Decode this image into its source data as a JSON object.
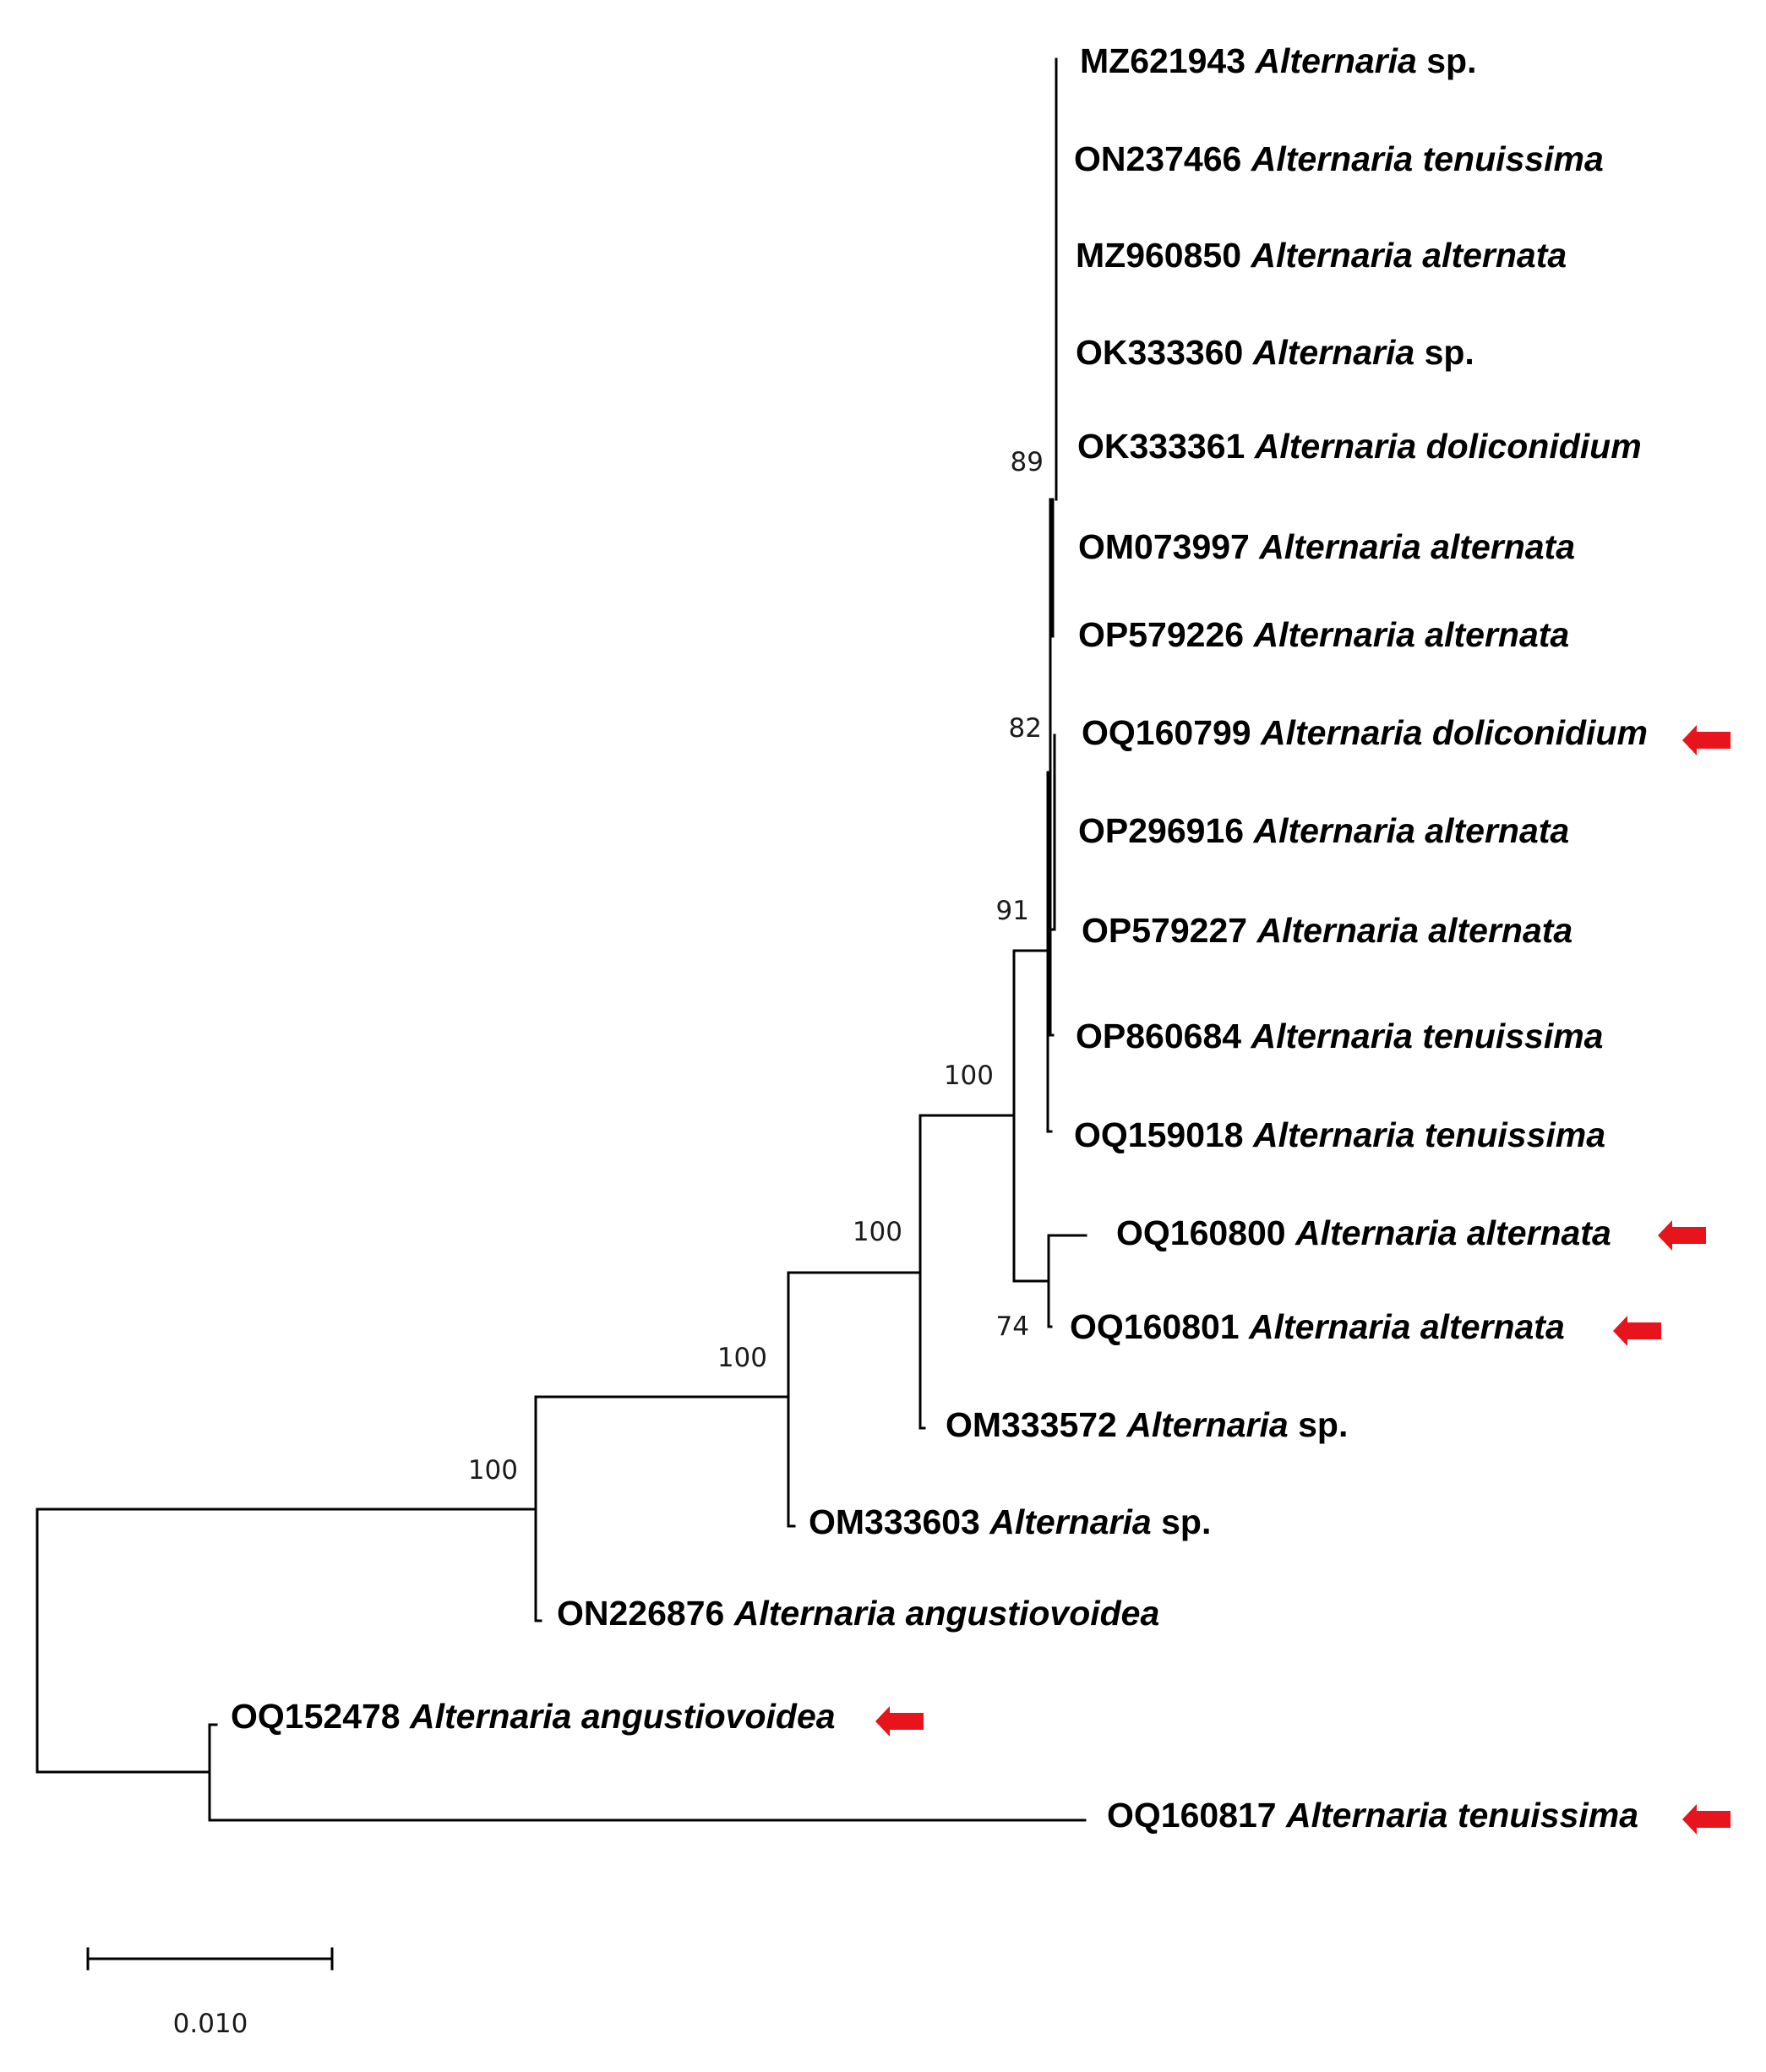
{
  "colors": {
    "branch": "#000000",
    "text": "#000000",
    "marker": "#e8141b"
  },
  "taxa": [
    {
      "accession": "MZ621943",
      "genus": "Alternaria",
      "species": "",
      "suffix": "sp.",
      "marked": false
    },
    {
      "accession": "ON237466",
      "genus": "Alternaria",
      "species": "tenuissima",
      "suffix": "",
      "marked": false
    },
    {
      "accession": "MZ960850",
      "genus": "Alternaria",
      "species": "alternata",
      "suffix": "",
      "marked": false
    },
    {
      "accession": "OK333360",
      "genus": "Alternaria",
      "species": "",
      "suffix": "sp.",
      "marked": false
    },
    {
      "accession": "OK333361",
      "genus": "Alternaria",
      "species": "doliconidium",
      "suffix": "",
      "marked": false
    },
    {
      "accession": "OM073997",
      "genus": "Alternaria",
      "species": "alternata",
      "suffix": "",
      "marked": false
    },
    {
      "accession": "OP579226",
      "genus": "Alternaria",
      "species": "alternata",
      "suffix": "",
      "marked": false
    },
    {
      "accession": "OQ160799",
      "genus": "Alternaria",
      "species": "doliconidium",
      "suffix": "",
      "marked": true
    },
    {
      "accession": "OP296916",
      "genus": "Alternaria",
      "species": "alternata",
      "suffix": "",
      "marked": false
    },
    {
      "accession": "OP579227",
      "genus": "Alternaria",
      "species": "alternata",
      "suffix": "",
      "marked": false
    },
    {
      "accession": "OP860684",
      "genus": "Alternaria",
      "species": "tenuissima",
      "suffix": "",
      "marked": false
    },
    {
      "accession": "OQ159018",
      "genus": "Alternaria",
      "species": "tenuissima",
      "suffix": "",
      "marked": false
    },
    {
      "accession": "OQ160800",
      "genus": "Alternaria",
      "species": "alternata",
      "suffix": "",
      "marked": true
    },
    {
      "accession": "OQ160801",
      "genus": "Alternaria",
      "species": "alternata",
      "suffix": "",
      "marked": true
    },
    {
      "accession": "OM333572",
      "genus": "Alternaria",
      "species": "",
      "suffix": "sp.",
      "marked": false
    },
    {
      "accession": "OM333603",
      "genus": "Alternaria",
      "species": "",
      "suffix": "sp.",
      "marked": false
    },
    {
      "accession": "ON226876",
      "genus": "Alternaria",
      "species": "angustiovoidea",
      "suffix": "",
      "marked": false
    },
    {
      "accession": "OQ152478",
      "genus": "Alternaria",
      "species": "angustiovoidea",
      "suffix": "",
      "marked": true
    },
    {
      "accession": "OQ160817",
      "genus": "Alternaria",
      "species": "tenuissima",
      "suffix": "",
      "marked": true
    }
  ],
  "bootstrap_values": [
    "89",
    "82",
    "91",
    "100",
    "74",
    "100",
    "100",
    "100"
  ],
  "scale_bar": {
    "value": 0.01,
    "label": "0.010"
  }
}
